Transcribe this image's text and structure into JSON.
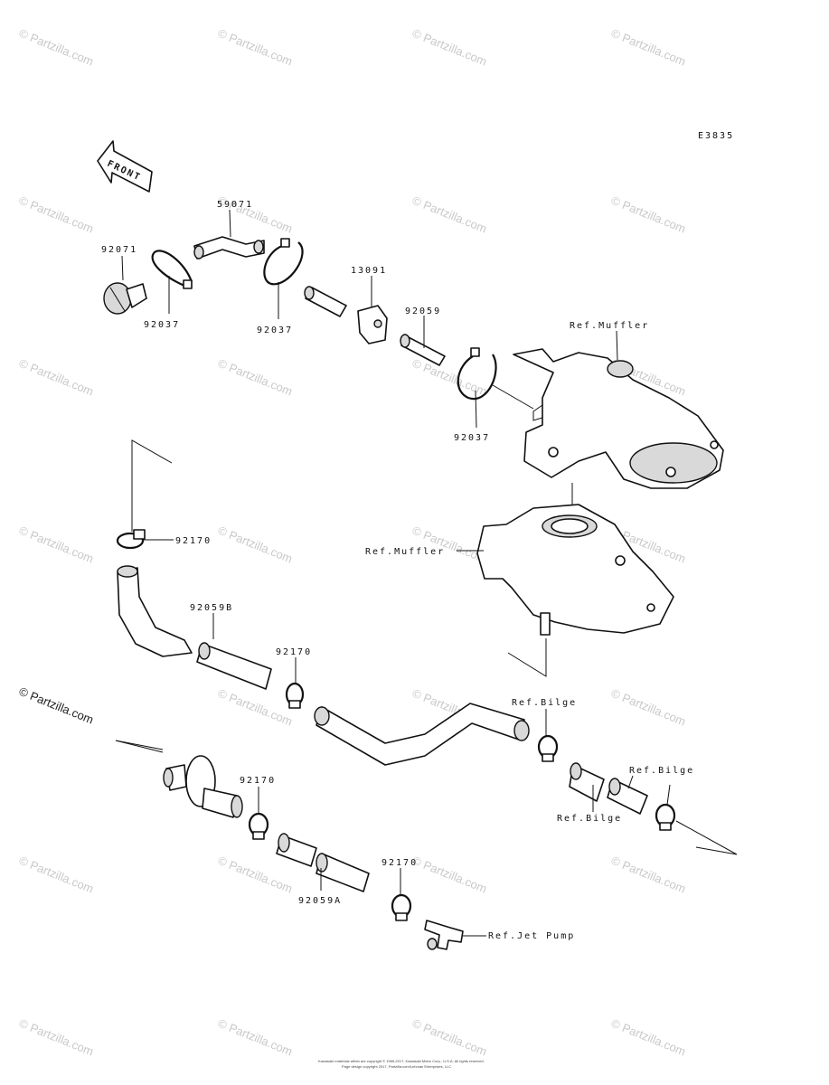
{
  "diagram_code": "E3835",
  "front_label": "FRONT",
  "watermark": "© Partzilla.com",
  "labels": [
    {
      "id": "p59071",
      "text": "59071"
    },
    {
      "id": "p92071",
      "text": "92071"
    },
    {
      "id": "p92037a",
      "text": "92037"
    },
    {
      "id": "p92037b",
      "text": "92037"
    },
    {
      "id": "p13091",
      "text": "13091"
    },
    {
      "id": "p92059",
      "text": "92059"
    },
    {
      "id": "p92037c",
      "text": "92037"
    },
    {
      "id": "refMufflerTop",
      "text": "Ref.Muffler"
    },
    {
      "id": "p92170a",
      "text": "92170"
    },
    {
      "id": "refMufflerBottom",
      "text": "Ref.Muffler"
    },
    {
      "id": "p92059B",
      "text": "92059B"
    },
    {
      "id": "p92170b",
      "text": "92170"
    },
    {
      "id": "refBilgeA",
      "text": "Ref.Bilge"
    },
    {
      "id": "refBilgeB",
      "text": "Ref.Bilge"
    },
    {
      "id": "refBilgeC",
      "text": "Ref.Bilge"
    },
    {
      "id": "p92170c",
      "text": "92170"
    },
    {
      "id": "p92170d",
      "text": "92170"
    },
    {
      "id": "p92059A",
      "text": "92059A"
    },
    {
      "id": "refJetPump",
      "text": "Ref.Jet Pump"
    }
  ],
  "footer": {
    "line1": "Kawasaki materials within are copyright © 1985-2017, Kawasaki Motor Corp., U.S.A. All rights reserved.",
    "line2": "Page design copyright 2017, Partzilla.com/Lehman Enterprises, LLC"
  }
}
